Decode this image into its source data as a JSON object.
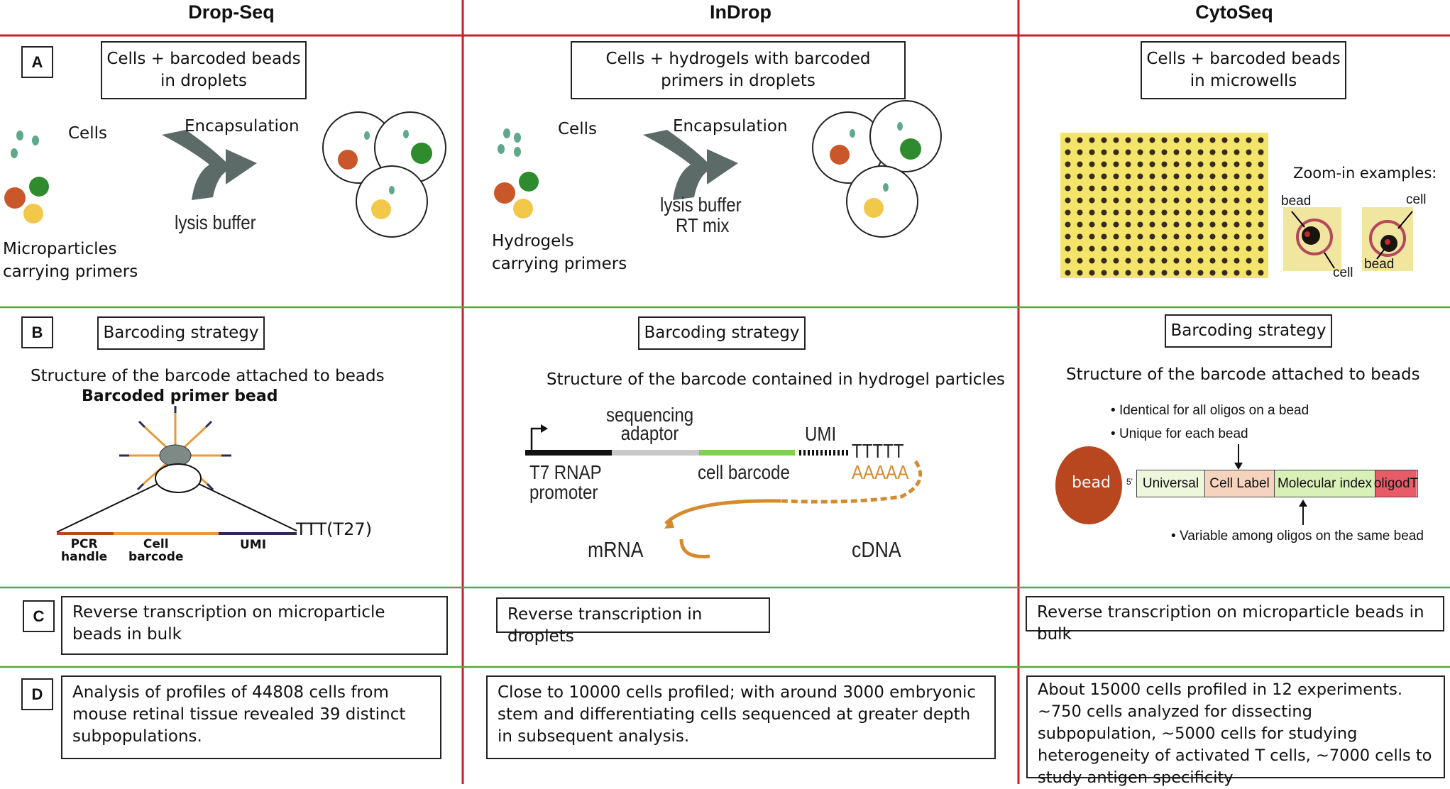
{
  "columns": {
    "dropseq": "Drop-Seq",
    "indrop": "InDrop",
    "cytoseq": "CytoSeq"
  },
  "row_letters": {
    "a": "A",
    "b": "B",
    "c": "C",
    "d": "D"
  },
  "colors": {
    "red_line": "#c8202a",
    "green_line": "#5aa63a",
    "arrow": "#5c6b68",
    "cell_orange": "#c9572a",
    "cell_green": "#2e8b2e",
    "cell_yellow": "#f2c84b",
    "small_cell": "#5fa98a",
    "bead_brown": "#b8461e",
    "microwell_bg": "#f2e56a",
    "cdna_orange": "#d68a2e"
  },
  "row_a": {
    "dropseq": {
      "title": "Cells + barcoded beads in droplets",
      "cells_label": "Cells",
      "arrow_label": "Encapsulation",
      "buffer_label": "lysis buffer",
      "particles_label": "Microparticles carrying primers"
    },
    "indrop": {
      "title": "Cells + hydrogels with barcoded primers in droplets",
      "cells_label": "Cells",
      "arrow_label": "Encapsulation",
      "buffer_label_1": "lysis buffer",
      "buffer_label_2": "RT mix",
      "hydrogel_label": "Hydrogels carrying primers"
    },
    "cytoseq": {
      "title": "Cells + barcoded beads in microwells",
      "zoom_label": "Zoom-in examples:",
      "bead_label": "bead",
      "cell_label": "cell"
    }
  },
  "row_b": {
    "strategy_label": "Barcoding strategy",
    "dropseq": {
      "structure": "Structure of the barcode attached to beads",
      "bead_title": "Barcoded primer bead",
      "tail": "TTT(T27)",
      "pcr_1": "PCR",
      "pcr_2": "handle",
      "cell_1": "Cell",
      "cell_2": "barcode",
      "umi": "UMI"
    },
    "indrop": {
      "structure": "Structure of the barcode contained in hydrogel particles",
      "seq_1": "sequencing",
      "seq_2": "adaptor",
      "umi": "UMI",
      "polyt": "TTTTT",
      "t7_1": "T7 RNAP",
      "t7_2": "promoter",
      "cell_barcode": "cell barcode",
      "polya": "AAAAA",
      "mrna": "mRNA",
      "cdna": "cDNA"
    },
    "cytoseq": {
      "structure": "Structure of the barcode attached to beads",
      "bullet_1": "Identical for all oligos on a bead",
      "bullet_2": "Unique for each bead",
      "bead": "bead",
      "five_prime": "5'",
      "segments": [
        "Universal",
        "Cell Label",
        "Molecular index",
        "oligodT"
      ],
      "bullet_3": "Variable among oligos on the same bead"
    }
  },
  "row_c": {
    "dropseq": "Reverse transcription on microparticle beads in bulk",
    "indrop": "Reverse transcription in droplets",
    "cytoseq": "Reverse transcription on microparticle beads in bulk"
  },
  "row_d": {
    "dropseq": "Analysis of profiles of 44808 cells from mouse retinal tissue revealed 39 distinct subpopulations.",
    "indrop": "Close to 10000 cells profiled; with around 3000 embryonic stem and differentiating cells sequenced at greater depth in subsequent analysis.",
    "cytoseq": "About 15000 cells profiled in 12 experiments. ~750 cells analyzed for dissecting subpopulation, ~5000 cells for studying heterogeneity of activated T cells, ~7000 cells to study antigen specificity"
  }
}
